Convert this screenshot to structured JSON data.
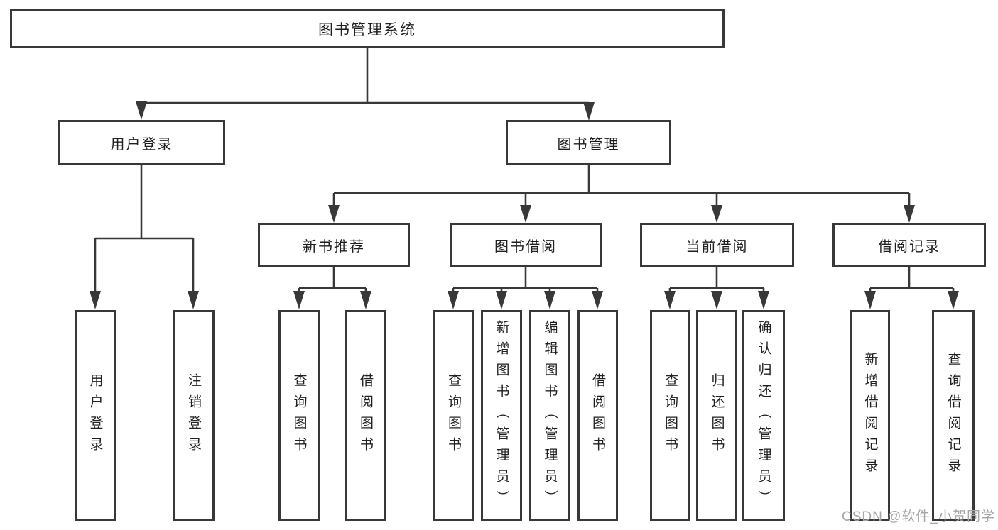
{
  "tree": {
    "label": "图书管理系统",
    "children": [
      {
        "label": "用户登录",
        "children": [
          {
            "label": "用户登录"
          },
          {
            "label": "注销登录"
          }
        ]
      },
      {
        "label": "图书管理",
        "children": [
          {
            "label": "新书推荐",
            "children": [
              {
                "label": "查询图书"
              },
              {
                "label": "借阅图书"
              }
            ]
          },
          {
            "label": "图书借阅",
            "children": [
              {
                "label": "查询图书"
              },
              {
                "label": "新增图书（管理员）"
              },
              {
                "label": "编辑图书（管理员）"
              },
              {
                "label": "借阅图书"
              }
            ]
          },
          {
            "label": "当前借阅",
            "children": [
              {
                "label": "查询图书"
              },
              {
                "label": "归还图书"
              },
              {
                "label": "确认归还（管理员）"
              }
            ]
          },
          {
            "label": "借阅记录",
            "children": [
              {
                "label": "新增借阅记录"
              },
              {
                "label": "查询借阅记录"
              }
            ]
          }
        ]
      }
    ]
  },
  "watermark": {
    "text": "CSDN @软件_小贺同学",
    "color": "#a6a6a6"
  },
  "colors": {
    "line": "#383838",
    "text": "#1f1f1f",
    "background": "#ffffff"
  }
}
